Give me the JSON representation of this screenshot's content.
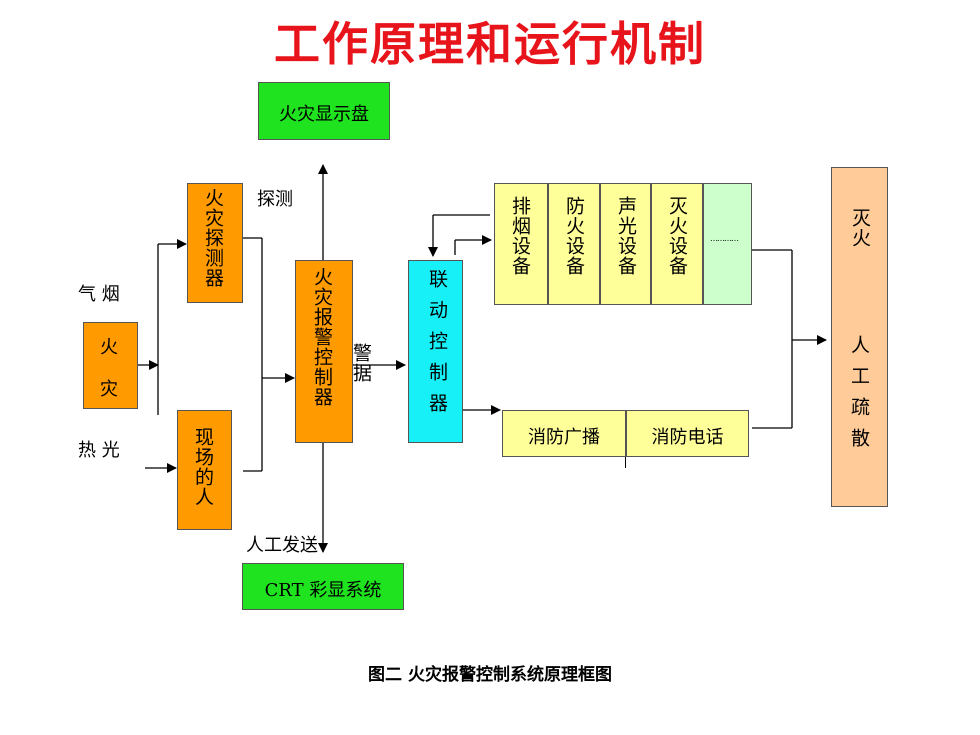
{
  "title": "工作原理和运行机制",
  "boxes": {
    "display_panel": "火灾显示盘",
    "detector": "火灾探测器",
    "fire": [
      "火",
      "灾"
    ],
    "people": "现场的人",
    "controller": "火灾报警控制器",
    "linkage": "联动控制器",
    "smoke_exhaust": "排烟设备",
    "fire_door": "防火设备",
    "sound_light": "声光设备",
    "extinguisher": "灭火设备",
    "more": "…………",
    "broadcast": "消防广播",
    "telephone": "消防电话",
    "evacuation": [
      "灭火",
      "人工疏散"
    ],
    "crt": "CRT 彩显系统"
  },
  "labels": {
    "smoke": "气 烟",
    "heat": "热 光",
    "detect": "探测",
    "alarm": "警据",
    "manual": "人工发送"
  },
  "caption": "图二   火灾报警控制系统原理框图",
  "colors": {
    "title": "#e8141b",
    "orange": "#ff9a00",
    "green": "#1ee31e",
    "cyan": "#18f0f8",
    "yellow": "#ffff99",
    "light_green": "#ccffcc",
    "peach": "#ffcc99"
  }
}
